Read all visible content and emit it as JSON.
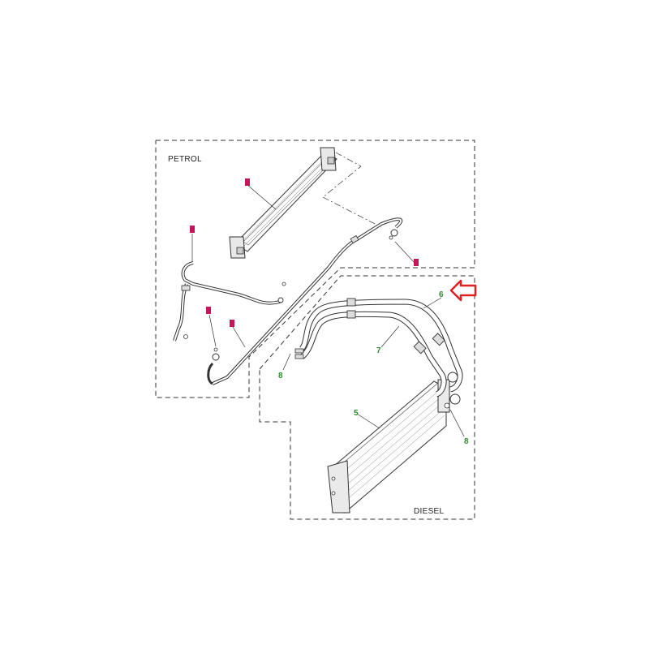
{
  "sections": {
    "petrol_label": "PETROL",
    "diesel_label": "DIESEL"
  },
  "callouts": {
    "hose_upper": "6",
    "hose_lower": "7",
    "cooler": "5",
    "clip_left": "8",
    "clip_right": "8"
  },
  "colors": {
    "line": "#333333",
    "callout_text": "#2e8b2e",
    "petrol_marker": "#c2185b",
    "arrow": "#e02020"
  },
  "icons": {
    "highlight_arrow": "arrow-left-icon"
  }
}
